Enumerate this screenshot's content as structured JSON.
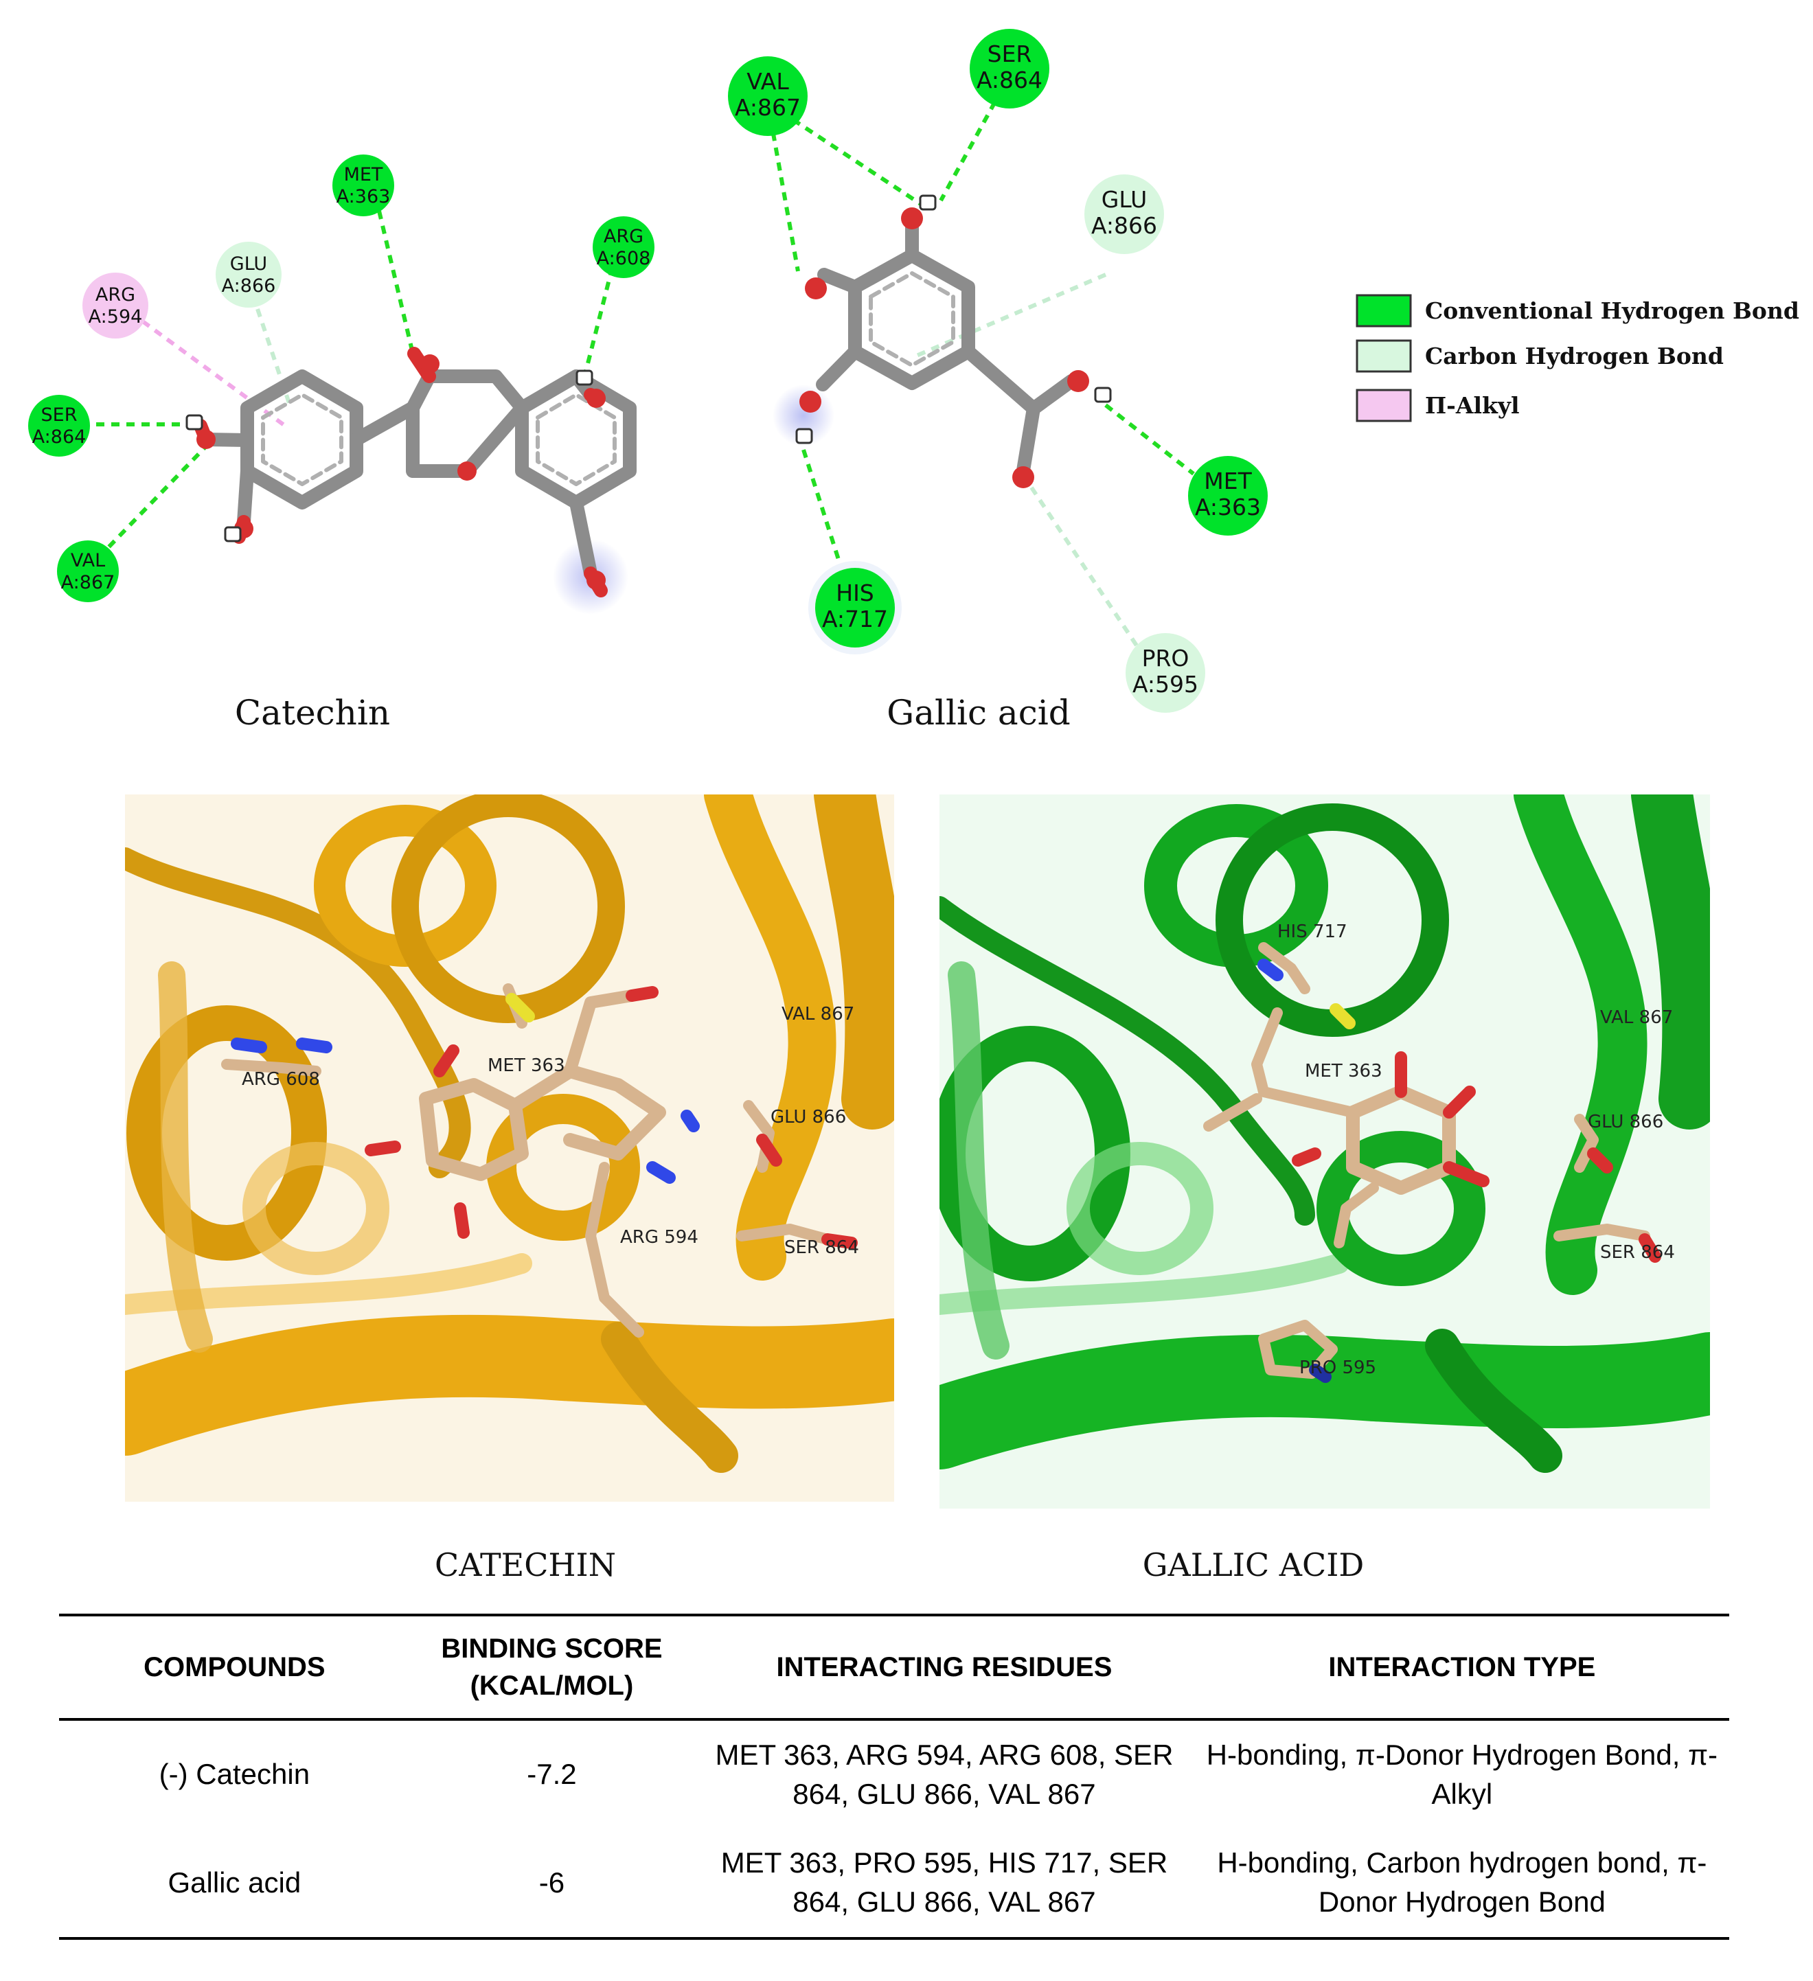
{
  "diagram1": {
    "caption": "Catechin",
    "residues": [
      {
        "name": "MET",
        "chain": "A:363"
      },
      {
        "name": "ARG",
        "chain": "A:608"
      },
      {
        "name": "GLU",
        "chain": "A:866"
      },
      {
        "name": "ARG",
        "chain": "A:594"
      },
      {
        "name": "SER",
        "chain": "A:864"
      },
      {
        "name": "VAL",
        "chain": "A:867"
      }
    ]
  },
  "diagram2": {
    "caption": "Gallic acid",
    "residues": [
      {
        "name": "VAL",
        "chain": "A:867"
      },
      {
        "name": "SER",
        "chain": "A:864"
      },
      {
        "name": "GLU",
        "chain": "A:866"
      },
      {
        "name": "MET",
        "chain": "A:363"
      },
      {
        "name": "HIS",
        "chain": "A:717"
      },
      {
        "name": "PRO",
        "chain": "A:595"
      }
    ]
  },
  "legend": [
    {
      "label": "Conventional Hydrogen Bond",
      "color": "#00e22a"
    },
    {
      "label": "Carbon Hydrogen Bond",
      "color": "#d8f7df"
    },
    {
      "label": "Π-Alkyl",
      "color": "#f5c8f0"
    }
  ],
  "panel1": {
    "title": "CATECHIN",
    "labels": [
      "ARG 608",
      "MET 363",
      "VAL 867",
      "GLU 866",
      "ARG 594",
      "SER 864"
    ]
  },
  "panel2": {
    "title": "GALLIC ACID",
    "labels": [
      "HIS 717",
      "MET 363",
      "VAL 867",
      "GLU 866",
      "SER 864",
      "PRO 595"
    ]
  },
  "table": {
    "headers": [
      "COMPOUNDS",
      "BINDING SCORE (KCAL/MOL)",
      "INTERACTING RESIDUES",
      "INTERACTION TYPE"
    ],
    "rows": [
      {
        "compound": "(-) Catechin",
        "score": "-7.2",
        "residues": "MET 363, ARG 594, ARG 608, SER 864, GLU 866, VAL 867",
        "type": "H-bonding, π-Donor Hydrogen Bond, π-Alkyl"
      },
      {
        "compound": "Gallic acid",
        "score": "-6",
        "residues": "MET 363, PRO 595, HIS 717, SER 864, GLU 866, VAL 867",
        "type": "H-bonding, Carbon hydrogen bond, π-Donor Hydrogen Bond"
      }
    ]
  }
}
